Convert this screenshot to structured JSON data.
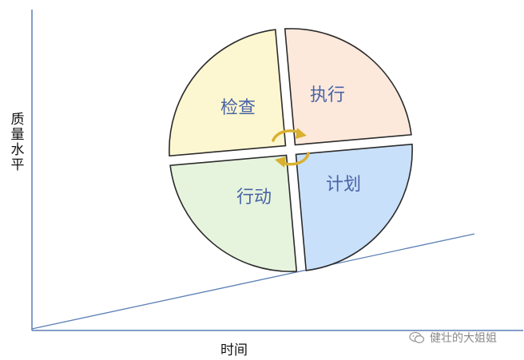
{
  "diagram": {
    "y_axis_label": "质量水平",
    "x_axis_label": "时间",
    "quadrants": [
      {
        "label": "检查",
        "fill": "#fcf7d0"
      },
      {
        "label": "执行",
        "fill": "#fce9dc"
      },
      {
        "label": "行动",
        "fill": "#e6f4de"
      },
      {
        "label": "计划",
        "fill": "#c9e0fb"
      }
    ],
    "text_color": "#4a64a6",
    "axis_color": "#5b7fb5",
    "ramp_color": "#5b7fb5",
    "arrow_color": "#d9b030"
  },
  "watermark": {
    "text": "健壮的大姐姐"
  }
}
